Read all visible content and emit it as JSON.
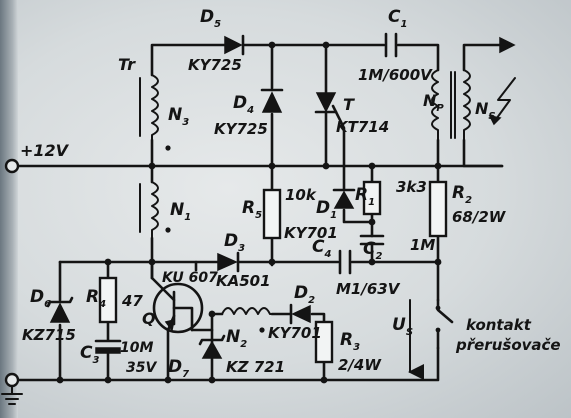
{
  "supply": "+12V",
  "components": {
    "D5": {
      "ref": "D",
      "sub": "5",
      "value": "KY725"
    },
    "D4": {
      "ref": "D",
      "sub": "4",
      "value": "KY725"
    },
    "C1": {
      "ref": "C",
      "sub": "1",
      "value": "1M/600V"
    },
    "Tr": {
      "ref": "Tr"
    },
    "N3": {
      "ref": "N",
      "sub": "3"
    },
    "N1": {
      "ref": "N",
      "sub": "1"
    },
    "N2": {
      "ref": "N",
      "sub": "2"
    },
    "Np": {
      "ref": "N",
      "sub": "P"
    },
    "Ns": {
      "ref": "N",
      "sub": "S"
    },
    "T": {
      "ref": "T",
      "value": "KT714"
    },
    "D1": {
      "ref": "D",
      "sub": "1",
      "value": "KY701"
    },
    "R5": {
      "ref": "R",
      "sub": "5",
      "value": "10k"
    },
    "R1": {
      "ref": "R",
      "sub": "1",
      "value": "3k3"
    },
    "R2": {
      "ref": "R",
      "sub": "2",
      "value": "68/2W"
    },
    "C2": {
      "ref": "C",
      "sub": "2",
      "value": "1M"
    },
    "D3": {
      "ref": "D",
      "sub": "3",
      "value": "KA501"
    },
    "C4": {
      "ref": "C",
      "sub": "4",
      "value": "M1/63V"
    },
    "D2": {
      "ref": "D",
      "sub": "2",
      "value": "KY701"
    },
    "R3": {
      "ref": "R",
      "sub": "3",
      "value": "2/4W"
    },
    "Q": {
      "ref": "Q",
      "value": "KU 607"
    },
    "D6": {
      "ref": "D",
      "sub": "6",
      "value": "KZ715"
    },
    "R4": {
      "ref": "R",
      "sub": "4",
      "value": "47"
    },
    "C3": {
      "ref": "C",
      "sub": "3",
      "value": "10M",
      "value2": "35V"
    },
    "D7": {
      "ref": "D",
      "sub": "7",
      "value": "KZ 721"
    },
    "Us": {
      "ref": "U",
      "sub": "S"
    }
  },
  "contact_label": [
    "kontakt",
    "přerušovače"
  ]
}
